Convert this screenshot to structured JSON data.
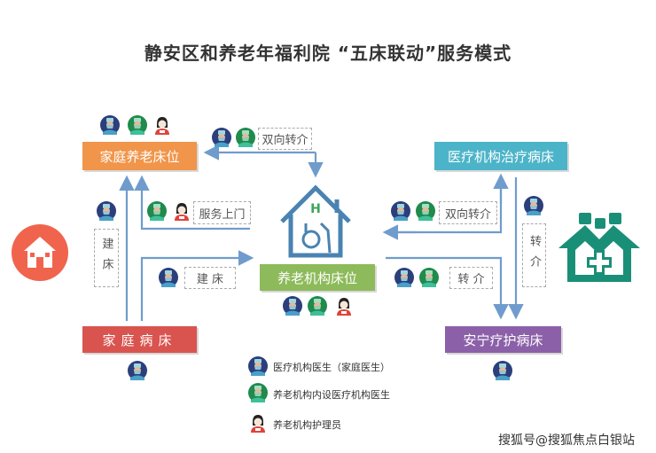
{
  "title": "静安区和养老年福利院 “五床联动”服务模式",
  "boxes": {
    "home_care_bed": "家庭养老床位",
    "medical_treatment_bed": "医疗机构治疗病床",
    "institution_bed": "养老机构床位",
    "family_sickbed": "家庭病床",
    "hospice_bed": "安宁疗护病床"
  },
  "labels": {
    "two_way_referral_top": "双向转介",
    "build_bed_vertical": "建床",
    "home_service": "服务上门",
    "build_bed_horizontal": "建 床",
    "two_way_referral_right": "双向转介",
    "referral_horizontal": "转 介",
    "referral_vertical": "转介"
  },
  "legend": [
    {
      "icon": "medical-doctor-icon",
      "text": "医疗机构医生（家庭医生）"
    },
    {
      "icon": "internal-doctor-icon",
      "text": "养老机构内设医疗机构医生"
    },
    {
      "icon": "nurse-icon",
      "text": "养老机构护理员"
    }
  ],
  "watermark": "搜狐号@搜狐焦点白银站",
  "colors": {
    "orange": "#f0954a",
    "teal": "#4cb4c9",
    "green": "#8dba5a",
    "red": "#d9544f",
    "purple": "#8b60a8",
    "arrow": "#6f9ccc",
    "house": "#4a83b1",
    "hospital": "#1a8f77"
  }
}
